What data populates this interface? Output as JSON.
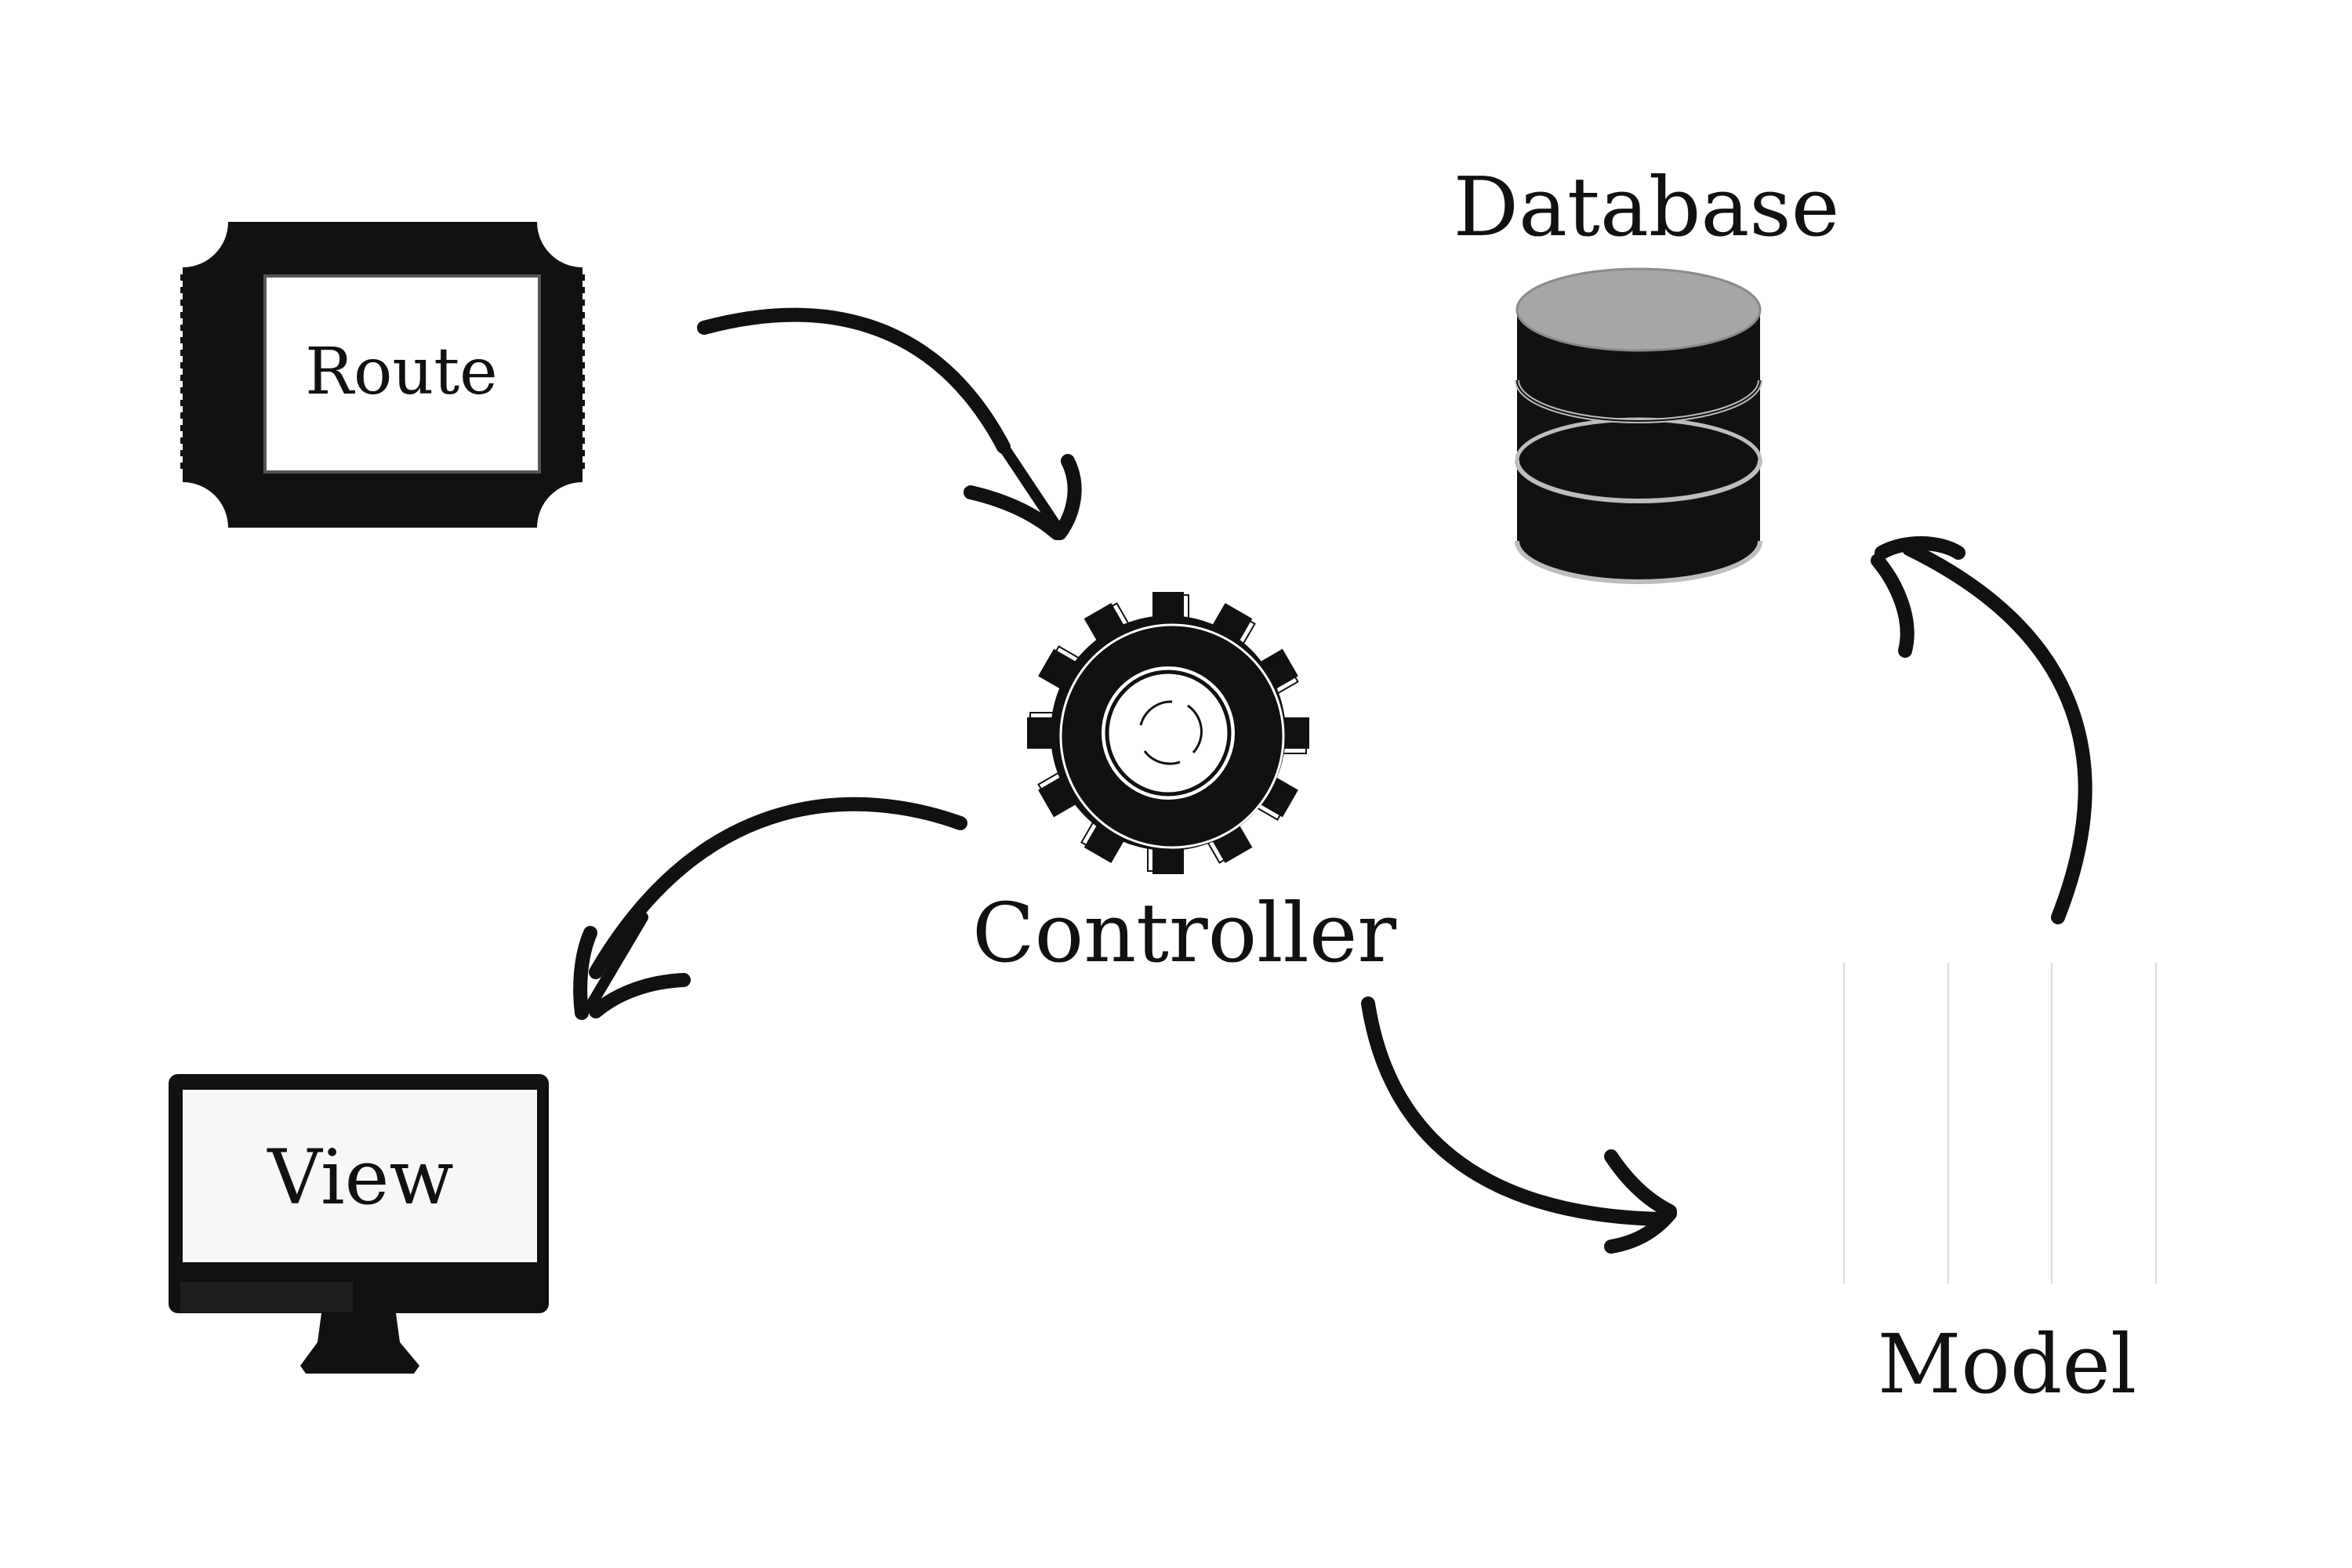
{
  "diagram": {
    "nodes": [
      {
        "id": "route",
        "label": "Route",
        "icon": "ticket-frame-icon"
      },
      {
        "id": "controller",
        "label": "Controller",
        "icon": "gear-icon"
      },
      {
        "id": "view",
        "label": "View",
        "icon": "monitor-icon"
      },
      {
        "id": "model",
        "label": "Model",
        "icon": "grid-icon"
      },
      {
        "id": "database",
        "label": "Database",
        "icon": "database-cylinder-icon"
      }
    ],
    "edges": [
      {
        "from": "route",
        "to": "controller"
      },
      {
        "from": "controller",
        "to": "view"
      },
      {
        "from": "controller",
        "to": "model"
      },
      {
        "from": "model",
        "to": "database"
      }
    ]
  },
  "colors": {
    "ink": "#111111",
    "database_top": "#a6a6a6",
    "screen": "#f7f7f7"
  }
}
